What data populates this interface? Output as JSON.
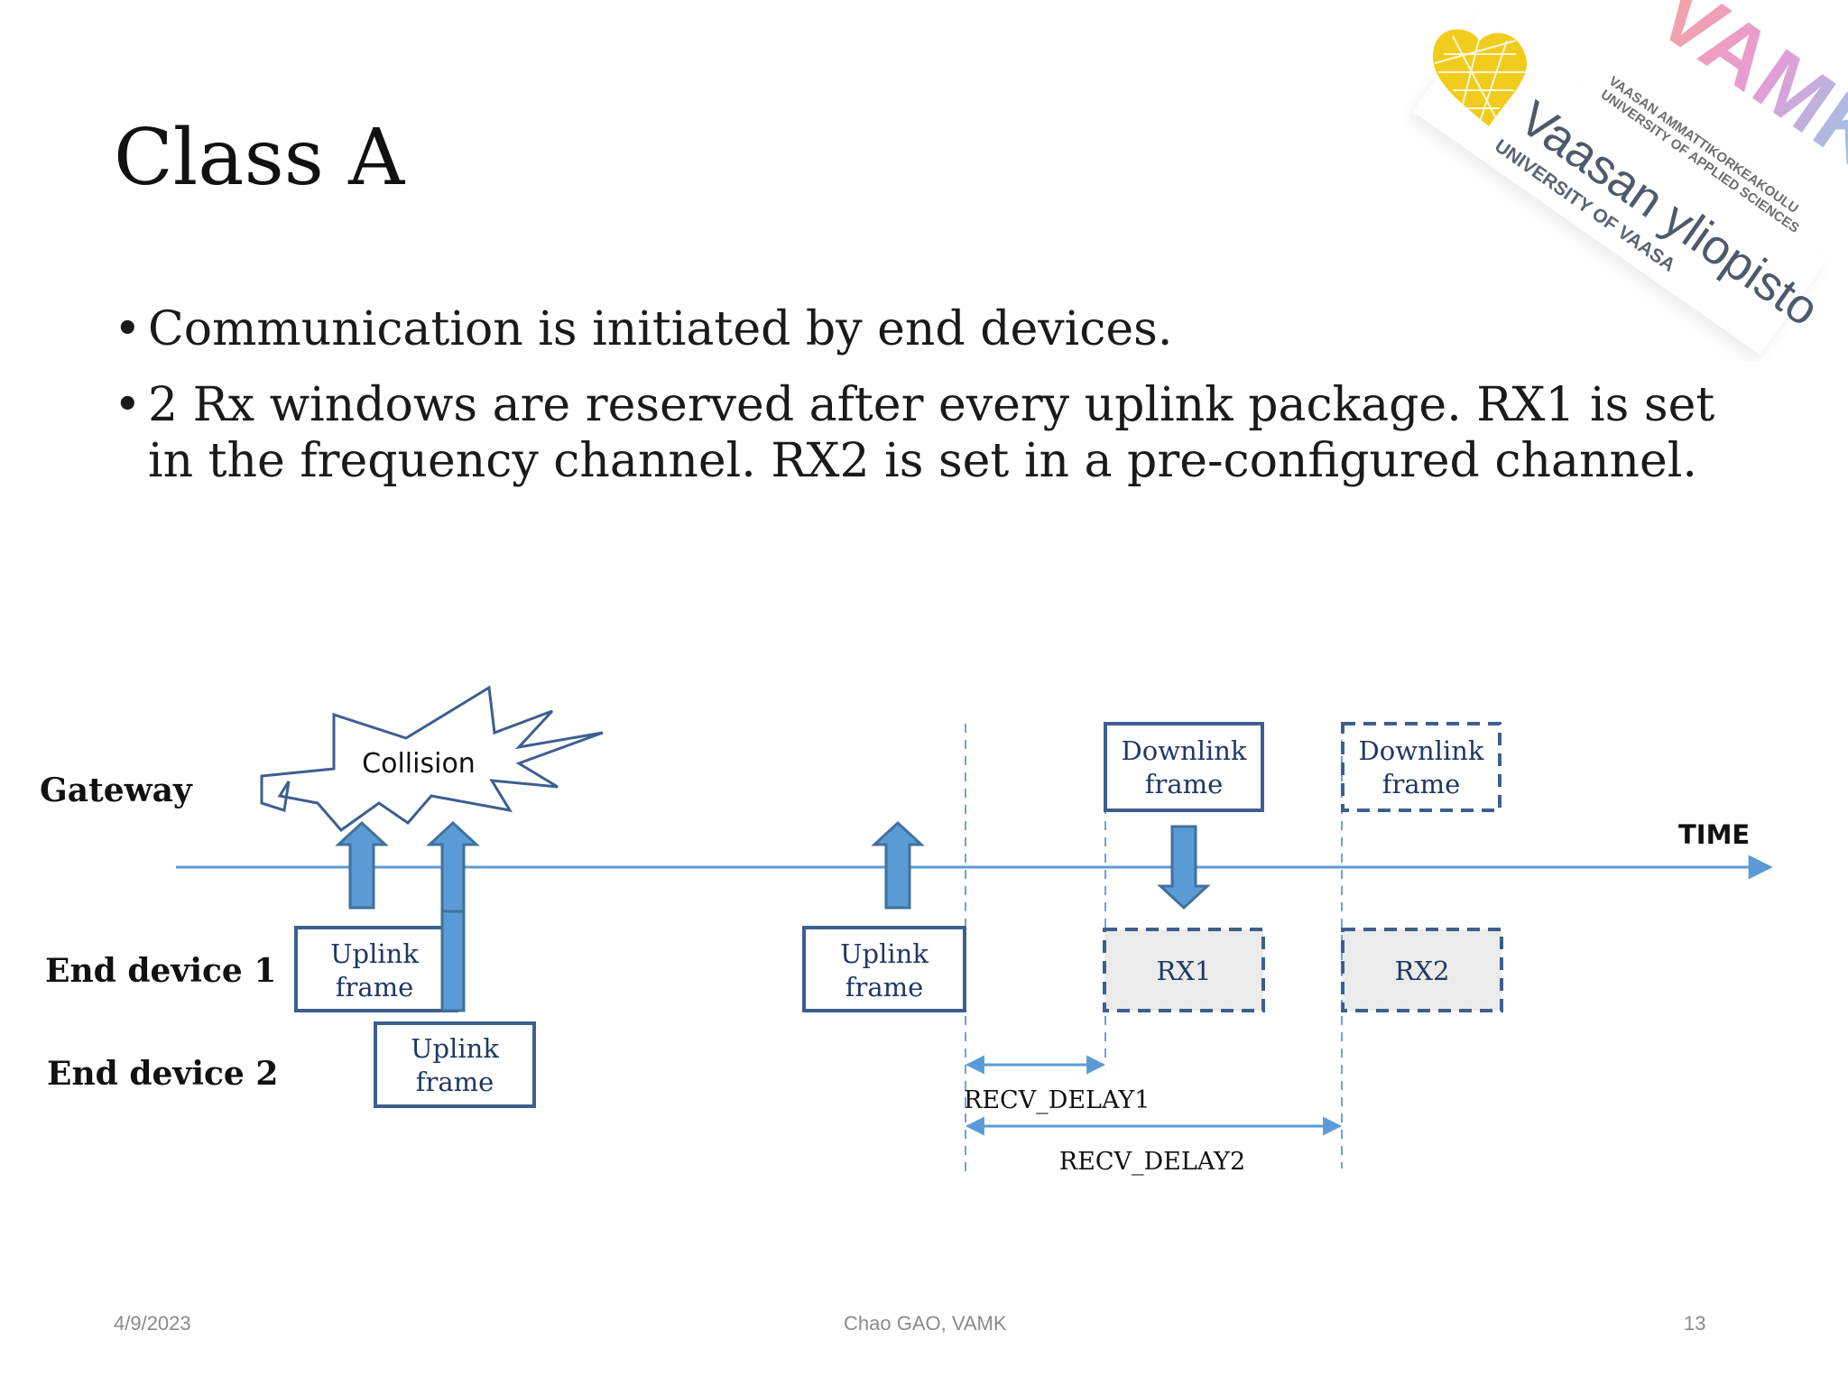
{
  "slide": {
    "title": "Class A",
    "bullets": [
      "Communication is initiated by end devices.",
      "2 Rx windows are reserved after every uplink package. RX1 is set in the frequency channel. RX2 is set in a pre-configured channel."
    ],
    "bullet_glyph": "•"
  },
  "logo": {
    "vamk": "VAMK",
    "vamk_line1": "VAASAN AMMATTIKORKEAKOULU",
    "vamk_line2": "UNIVERSITY OF APPLIED SCIENCES",
    "uni_name": "Vaasan yliopisto",
    "uni_sub": "UNIVERSITY OF VAASA"
  },
  "diagram": {
    "rows": {
      "gateway": "Gateway",
      "end_device_1": "End device 1",
      "end_device_2": "End device 2"
    },
    "collision": "Collision",
    "time_label": "TIME",
    "uplink_line1": "Uplink",
    "uplink_line2": "frame",
    "downlink_line1": "Downlink",
    "downlink_line2": "frame",
    "rx1": "RX1",
    "rx2": "RX2",
    "recv_delay1": "RECV_DELAY1",
    "recv_delay2": "RECV_DELAY2",
    "colors": {
      "box_stroke": "#3d5f8e",
      "arrow_fill": "#5b9bd5",
      "arrow_stroke": "#41719c",
      "timeline": "#5b9bd5",
      "rx_fill": "#ebebeb",
      "text_dark": "#1f3864"
    }
  },
  "footer": {
    "date": "4/9/2023",
    "author": "Chao GAO, VAMK",
    "page": "13"
  }
}
